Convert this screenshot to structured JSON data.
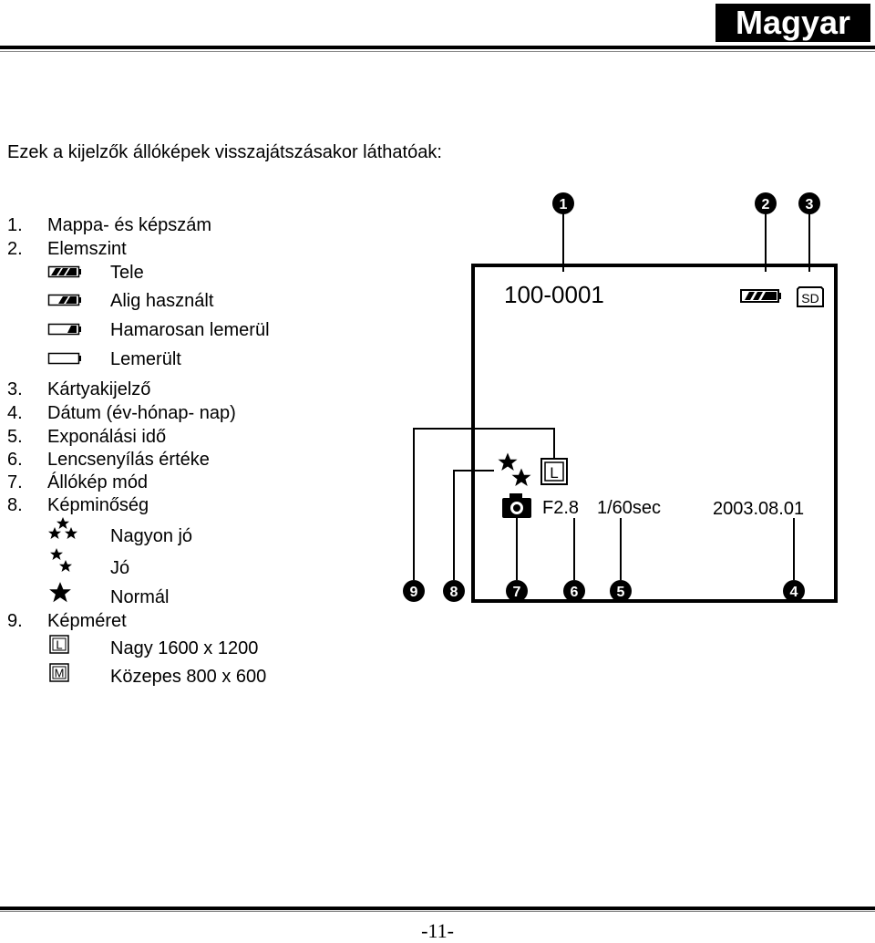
{
  "header": {
    "language": "Magyar"
  },
  "intro": "Ezek a kijelzők állóképek visszajátszásakor láthatóak:",
  "items": [
    {
      "num": "1.",
      "label": "Mappa- és képszám"
    },
    {
      "num": "2.",
      "label": "Elemszint"
    },
    {
      "num": "3.",
      "label": "Kártyakijelző"
    },
    {
      "num": "4.",
      "label": "Dátum (év-hónap- nap)"
    },
    {
      "num": "5.",
      "label": "Exponálási idő"
    },
    {
      "num": "6.",
      "label": "Lencsenyílás értéke"
    },
    {
      "num": "7.",
      "label": "Állókép mód"
    },
    {
      "num": "8.",
      "label": "Képminőség"
    },
    {
      "num": "9.",
      "label": "Képméret"
    }
  ],
  "battery_levels": [
    {
      "icon": "battery-full-icon",
      "label": "Tele"
    },
    {
      "icon": "battery-two-thirds-icon",
      "label": "Alig használt"
    },
    {
      "icon": "battery-one-third-icon",
      "label": "Hamarosan lemerül"
    },
    {
      "icon": "battery-empty-icon",
      "label": "Lemerült"
    }
  ],
  "quality_levels": [
    {
      "icon": "three-stars-icon",
      "label": "Nagyon jó"
    },
    {
      "icon": "two-stars-icon",
      "label": "Jó"
    },
    {
      "icon": "one-star-icon",
      "label": "Normál"
    }
  ],
  "image_sizes": [
    {
      "icon": "size-large-icon",
      "label": "Nagy 1600 x 1200"
    },
    {
      "icon": "size-medium-icon",
      "label": "Közepes 800 x 600"
    }
  ],
  "screen": {
    "file_number": "100-0001",
    "card": "SD",
    "aperture": "F2.8",
    "shutter": "1/60sec",
    "date": "2003.08.01",
    "size_letter": "L",
    "callouts": [
      "1",
      "2",
      "3",
      "4",
      "5",
      "6",
      "7",
      "8",
      "9"
    ]
  },
  "footer": {
    "page": "-11-"
  }
}
